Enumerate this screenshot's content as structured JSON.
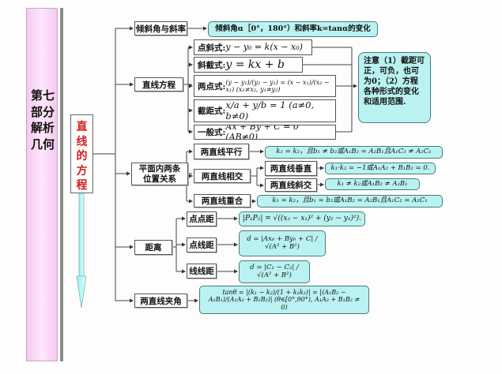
{
  "sidebar": {
    "title": "第七部分 解析几何"
  },
  "topic": "直线的方程",
  "branches": {
    "incline": {
      "label": "倾斜角与斜率",
      "content": "倾斜角α［0°，180°）和斜率k=tanα的变化"
    },
    "equation": {
      "label": "直线方程",
      "forms": [
        {
          "name": "点斜式:",
          "formula": "y − y₀ = k(x − x₀)"
        },
        {
          "name": "斜截式:",
          "formula": "y = kx + b"
        },
        {
          "name": "两点式:",
          "formula": "(y − y₁)/(y₂ − y₁) = (x − x₁)/(x₂ − x₁) (x₁≠x₂, y₁≠y₂)"
        },
        {
          "name": "截距式:",
          "formula": "x/a + y/b = 1 (a≠0, b≠0)"
        },
        {
          "name": "一般式:",
          "formula": "Ax + By + C = 0 (AB≠0)"
        }
      ],
      "note": "注意（1）截距可正，可负，也可为0；（2）方程各种形式的变化和适用范围."
    },
    "position": {
      "label": "平面内两条位置关系",
      "parallel": {
        "label": "两直线平行",
        "content": "k₁ = k₂，且b₁ ≠ b₂或A₁B₂ = A₂B₁且A₁C₂ ≠ A₂C₁"
      },
      "intersect": {
        "label": "两直线相交"
      },
      "perpendicular": {
        "label": "两直线垂直",
        "content": "k₁·k₂ = −1或A₁A₂ + B₁B₂ = 0."
      },
      "oblique": {
        "label": "两直线斜交",
        "content": "k₁ ≠ k₂或A₁B₂ ≠ A₂B₁"
      },
      "coincide": {
        "label": "两直线重合",
        "content": "k₁ = k₂，且b₁ = b₂或A₁B₂ = A₂B₁且A₁C₂ = A₂C₁"
      }
    },
    "distance": {
      "label": "距离",
      "pp": {
        "label": "点点距",
        "content": "|P₁P₂| = √((x₂ − x₁)² + (y₂ − y₁)²)."
      },
      "pl": {
        "label": "点线距",
        "content": "d = |Ax₀ + By₀ + C| / √(A² + B²)"
      },
      "ll": {
        "label": "线线距",
        "content": "d = |C₁ − C₂| / √(A² + B²)"
      }
    },
    "angle": {
      "label": "两直线夹角",
      "content": "tanθ = |(k₁ − k₂)/(1 + k₁k₂)| = |(A₁B₂ − A₂B₁)/(A₁A₂ + B₁B₂)|  (θ∈[0°,90°), A₁A₂ + B₁B₂ ≠ 0)"
    }
  },
  "colors": {
    "sidebar": "#f7c8f0",
    "topic_text": "#d32020",
    "formula_fill": "#b9f2f0"
  }
}
